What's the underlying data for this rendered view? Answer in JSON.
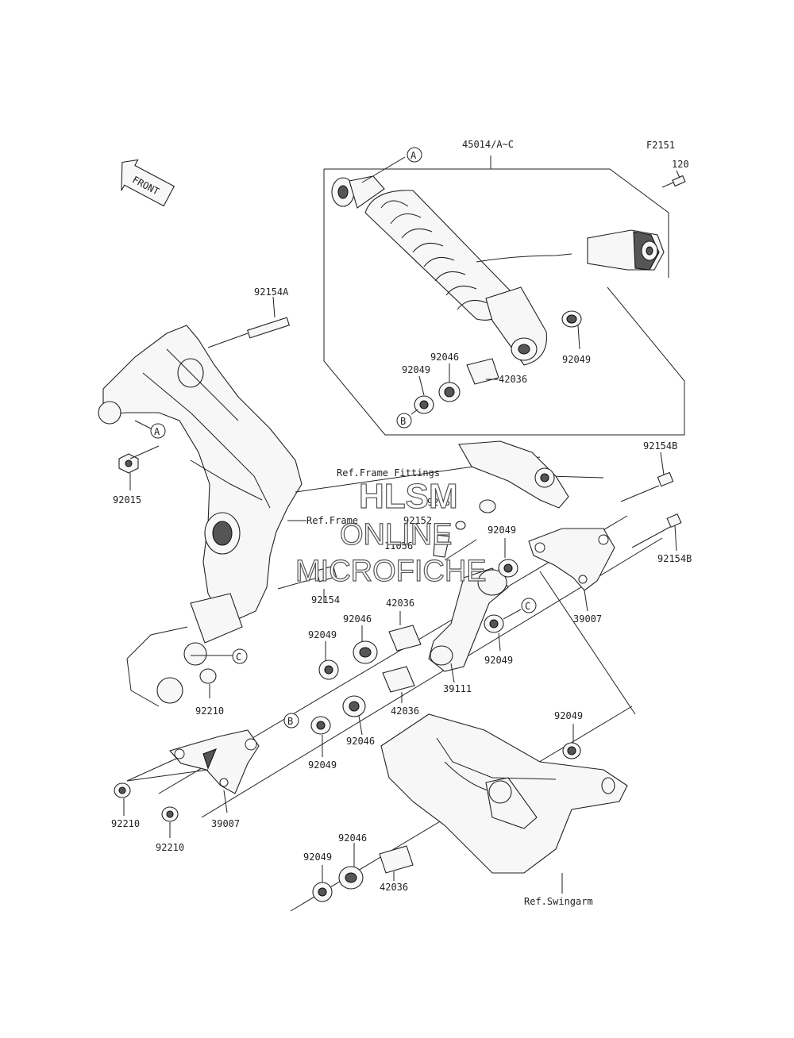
{
  "figure_code": "F2151",
  "front_label": "FRONT",
  "watermark": {
    "line1": "HLSM",
    "line2": "ONLINE",
    "line3": "MICROFICHE"
  },
  "callouts": {
    "a": "A",
    "b": "B",
    "c": "C"
  },
  "labels": {
    "shock_assy": "45014/A~C",
    "bolt_120": "120",
    "bolt_92154a": "92154A",
    "nut_92015": "92015",
    "seal_92049_top_right": "92049",
    "seal_92049_top_left": "92049",
    "bearing_92046_top": "92046",
    "collar_42036_top": "42036",
    "ref_frame_fittings": "Ref.Frame Fittings",
    "bolt_92154b_top": "92154B",
    "bolt_92154b_mid": "92154B",
    "part_92161": "92161",
    "part_92152": "92152",
    "part_11056": "11056",
    "ref_frame": "Ref.Frame",
    "seal_92049_mid_top": "92049",
    "bolt_92154": "92154",
    "plate_39007_right": "39007",
    "collar_42036_mid": "42036",
    "bearing_92046_mid": "92046",
    "seal_92049_mid_left": "92049",
    "seal_92049_mid_right": "92049",
    "nut_92210_center": "92210",
    "rocker_39111": "39111",
    "collar_42036_low": "42036",
    "bearing_92046_low": "92046",
    "seal_92049_low": "92049",
    "seal_92049_swingarm": "92049",
    "nut_92210_left": "92210",
    "nut_92210_bottom": "92210",
    "plate_39007_left": "39007",
    "bearing_92046_bottom": "92046",
    "seal_92049_bottom": "92049",
    "collar_42036_bottom": "42036",
    "ref_swingarm": "Ref.Swingarm"
  }
}
